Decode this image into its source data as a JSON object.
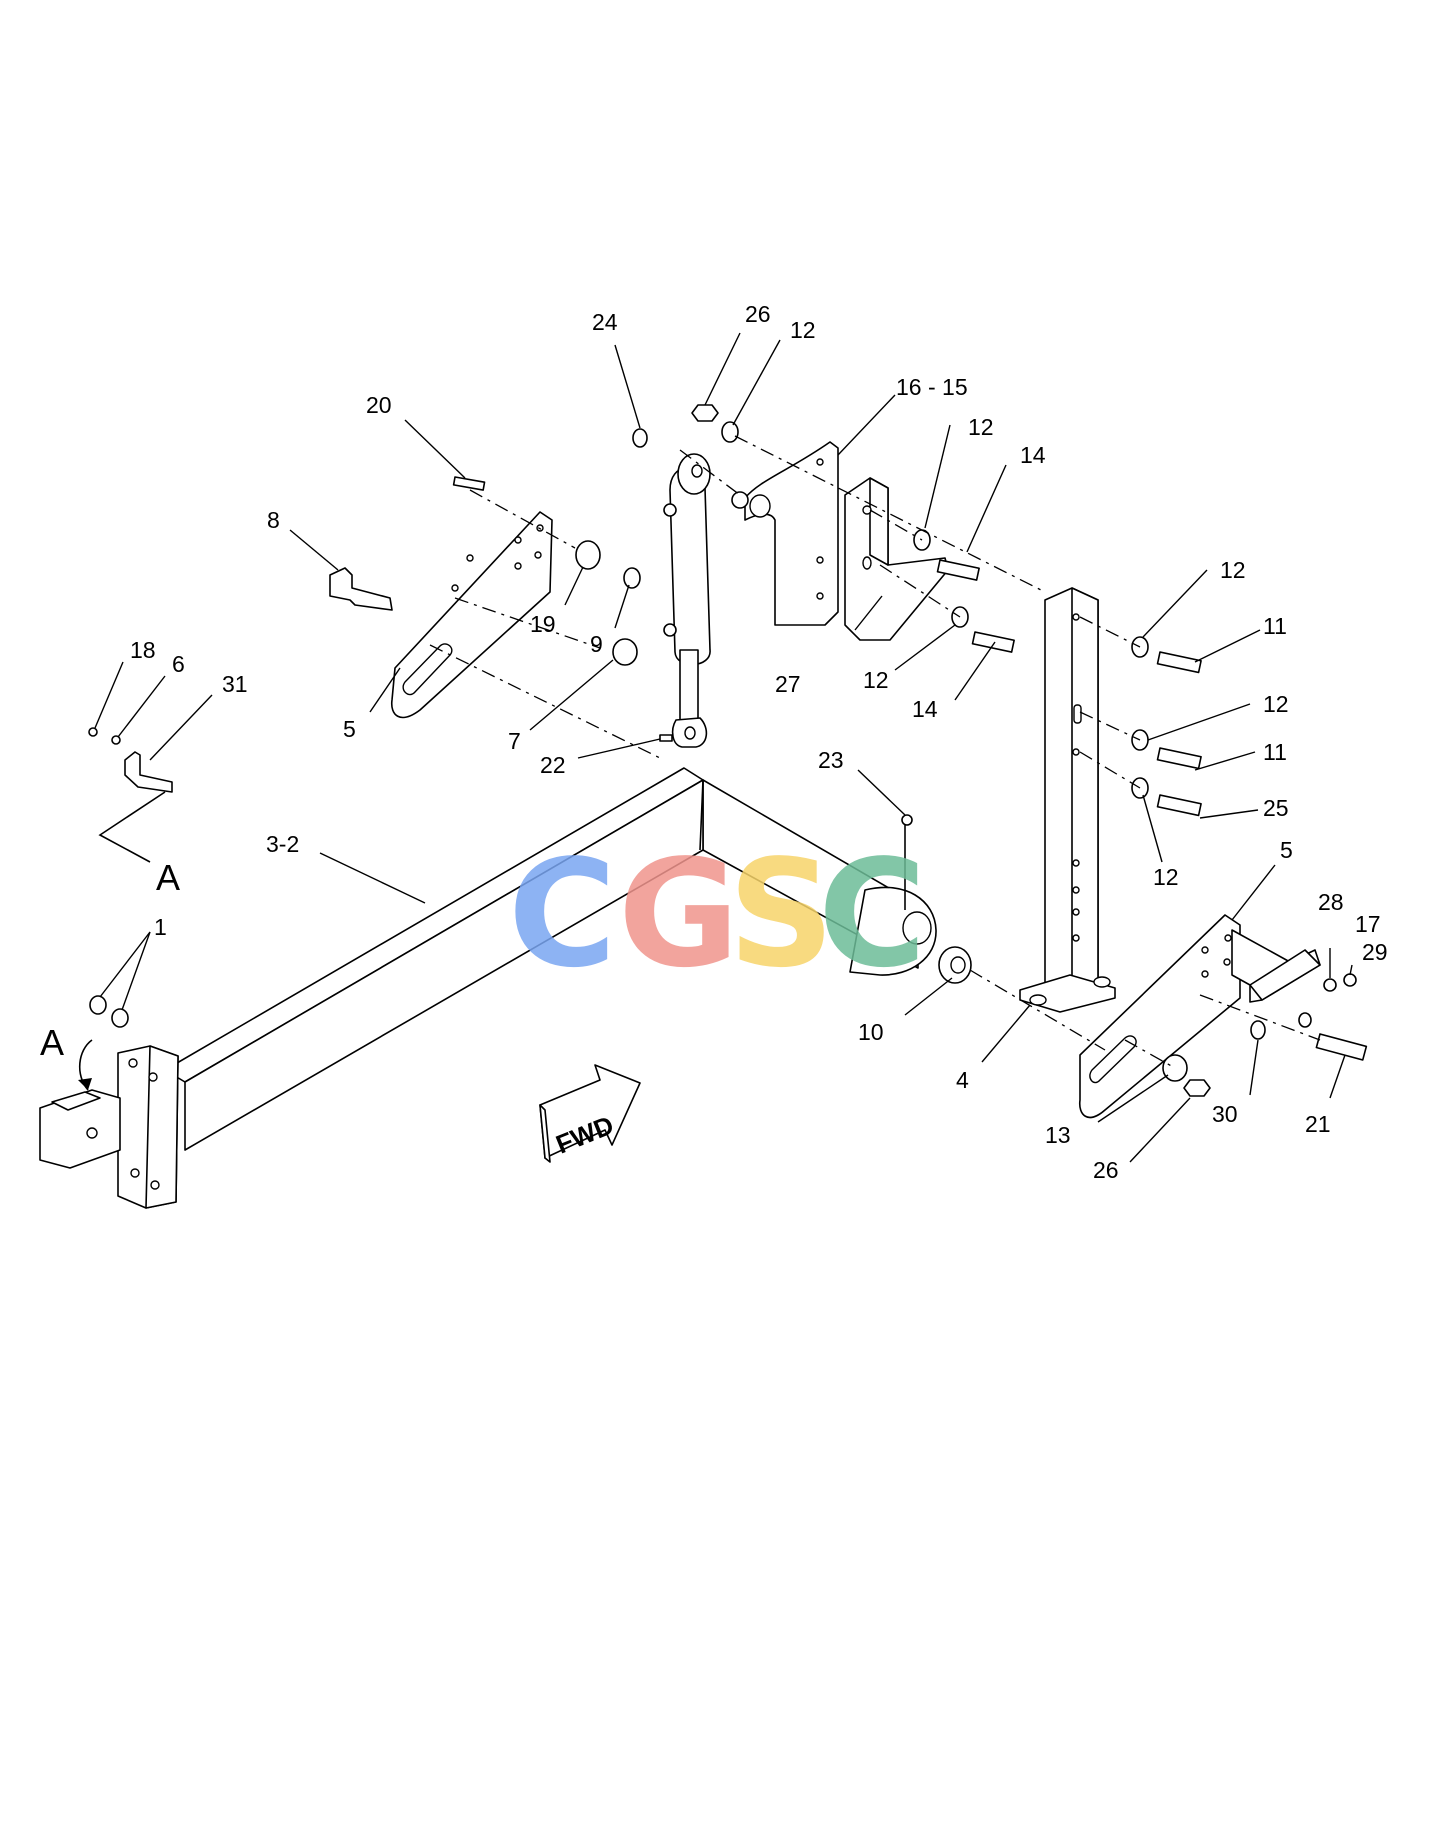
{
  "watermark": {
    "letters": [
      {
        "char": "C",
        "color": "#7aa6f2"
      },
      {
        "char": "G",
        "color": "#f0958d"
      },
      {
        "char": "S",
        "color": "#f7d46a"
      },
      {
        "char": "C",
        "color": "#6dbd98"
      }
    ]
  },
  "direction_arrow": {
    "label": "FWD"
  },
  "section_markers": {
    "view": "A",
    "target": "A"
  },
  "callouts": {
    "c1": "1",
    "c3_2": "3-2",
    "c4": "4",
    "c5_left": "5",
    "c5_right": "5",
    "c6": "6",
    "c7": "7",
    "c8": "8",
    "c9": "9",
    "c10": "10",
    "c11_a": "11",
    "c11_b": "11",
    "c12_a": "12",
    "c12_b": "12",
    "c12_c": "12",
    "c12_d": "12",
    "c12_e": "12",
    "c12_f": "12",
    "c13": "13",
    "c14_a": "14",
    "c14_b": "14",
    "c16_15": "16 - 15",
    "c17": "17",
    "c18": "18",
    "c19": "19",
    "c20": "20",
    "c21": "21",
    "c22": "22",
    "c23": "23",
    "c24": "24",
    "c25": "25",
    "c26_a": "26",
    "c26_b": "26",
    "c27": "27",
    "c28": "28",
    "c29": "29",
    "c30": "30",
    "c31": "31"
  }
}
